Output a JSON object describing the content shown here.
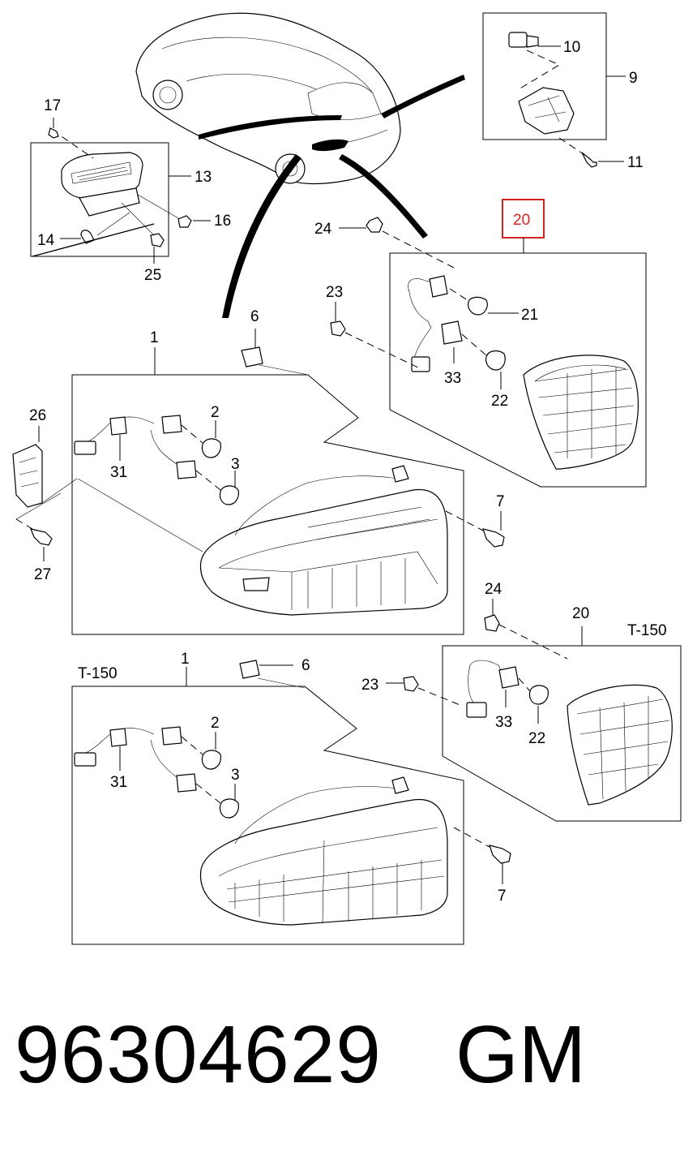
{
  "labels": {
    "l1a": "1",
    "l1b": "1",
    "l2a": "2",
    "l2b": "2",
    "l3a": "3",
    "l3b": "3",
    "l6a": "6",
    "l6b": "6",
    "l7a": "7",
    "l7b": "7",
    "l9": "9",
    "l10": "10",
    "l11": "11",
    "l13": "13",
    "l14": "14",
    "l16": "16",
    "l17": "17",
    "l20a": "20",
    "l20b": "20",
    "l21": "21",
    "l22a": "22",
    "l22b": "22",
    "l23a": "23",
    "l23b": "23",
    "l24a": "24",
    "l24b": "24",
    "l25": "25",
    "l26": "26",
    "l27": "27",
    "l31a": "31",
    "l31b": "31",
    "l33a": "33",
    "l33b": "33",
    "t150a": "T-150",
    "t150b": "T-150"
  },
  "highlight": {
    "callout": "20",
    "color": "#d22222"
  },
  "footer": {
    "part_number": "96304629",
    "brand": "GM"
  }
}
